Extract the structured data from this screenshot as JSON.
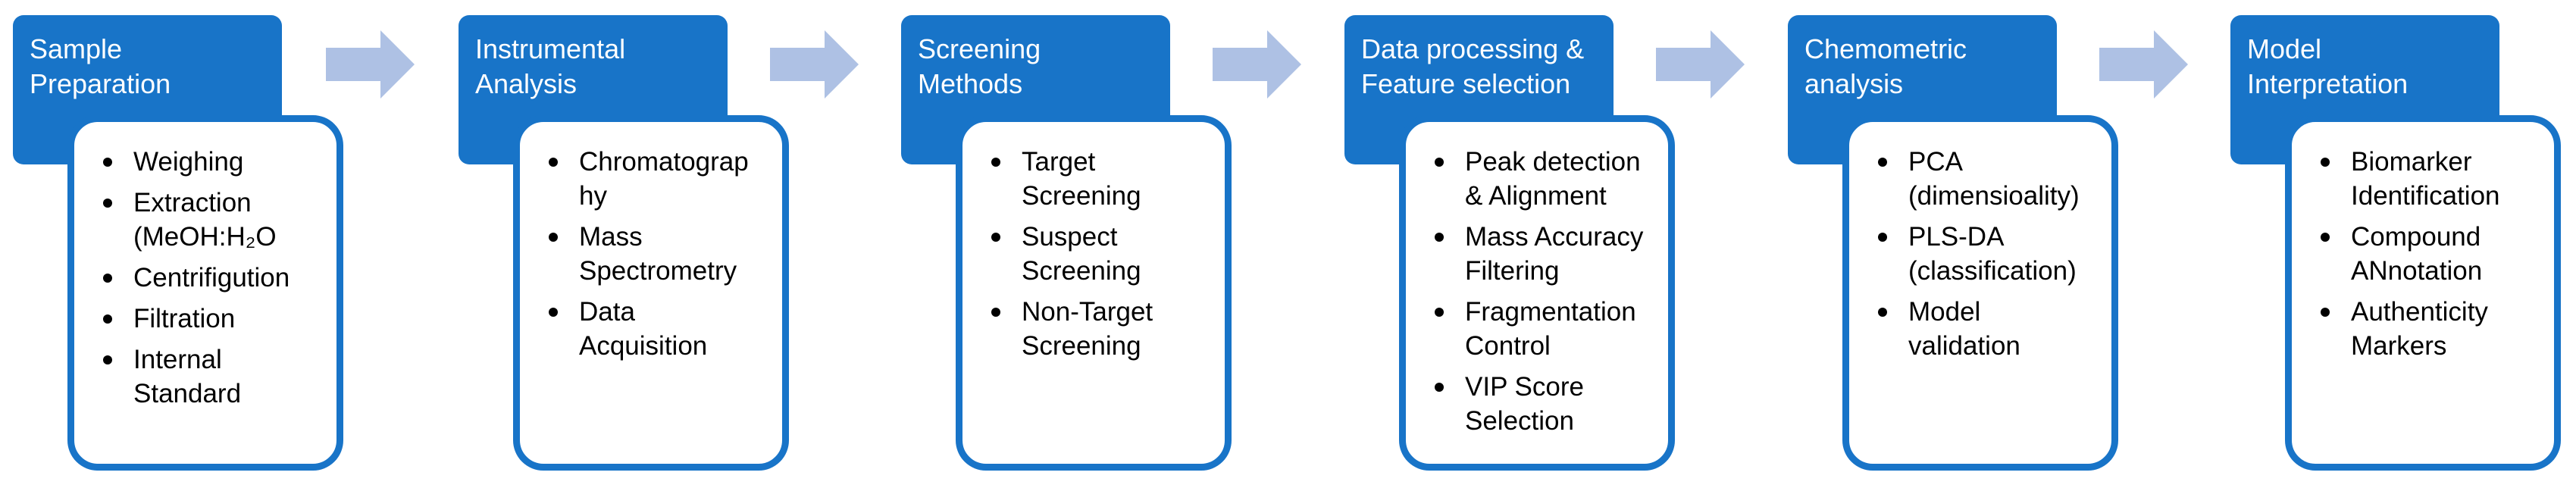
{
  "colors": {
    "header_fill": "#1874c8",
    "card_border": "#1874c8",
    "arrow_fill": "#aec1e4"
  },
  "arrow_icon": "right-arrow-icon",
  "steps": [
    {
      "title_lines": [
        "Sample",
        "Preparation"
      ],
      "items": [
        {
          "lines": [
            "Weighing"
          ]
        },
        {
          "lines": [
            "Extraction",
            "(MeOH:H₂O"
          ]
        },
        {
          "lines": [
            "Centrifigution"
          ]
        },
        {
          "lines": [
            "Filtration"
          ]
        },
        {
          "lines": [
            "Internal",
            "Standard"
          ]
        }
      ]
    },
    {
      "title_lines": [
        "Instrumental",
        "Analysis"
      ],
      "items": [
        {
          "lines": [
            "Chromatograp",
            "hy"
          ]
        },
        {
          "lines": [
            "Mass",
            "Spectrometry"
          ]
        },
        {
          "lines": [
            "Data",
            "Acquisition"
          ]
        }
      ]
    },
    {
      "title_lines": [
        "Screening",
        "Methods"
      ],
      "items": [
        {
          "lines": [
            "Target",
            "Screening"
          ]
        },
        {
          "lines": [
            "Suspect",
            "Screening"
          ]
        },
        {
          "lines": [
            "Non-Target",
            "Screening"
          ]
        }
      ]
    },
    {
      "title_lines": [
        "Data processing &",
        "Feature selection"
      ],
      "items": [
        {
          "lines": [
            "Peak detection",
            "& Alignment"
          ]
        },
        {
          "lines": [
            "Mass Accuracy",
            "Filtering"
          ]
        },
        {
          "lines": [
            "Fragmentation",
            "Control"
          ]
        },
        {
          "lines": [
            "VIP Score",
            "Selection"
          ]
        }
      ]
    },
    {
      "title_lines": [
        "Chemometric",
        "analysis"
      ],
      "items": [
        {
          "lines": [
            "PCA",
            "(dimensioality)"
          ]
        },
        {
          "lines": [
            "PLS-DA",
            "(classification)"
          ]
        },
        {
          "lines": [
            "Model",
            "validation"
          ]
        }
      ]
    },
    {
      "title_lines": [
        "Model",
        "Interpretation"
      ],
      "items": [
        {
          "lines": [
            "Biomarker",
            "Identification"
          ]
        },
        {
          "lines": [
            "Compound",
            "ANnotation"
          ]
        },
        {
          "lines": [
            "Authenticity",
            "Markers"
          ]
        }
      ]
    }
  ]
}
